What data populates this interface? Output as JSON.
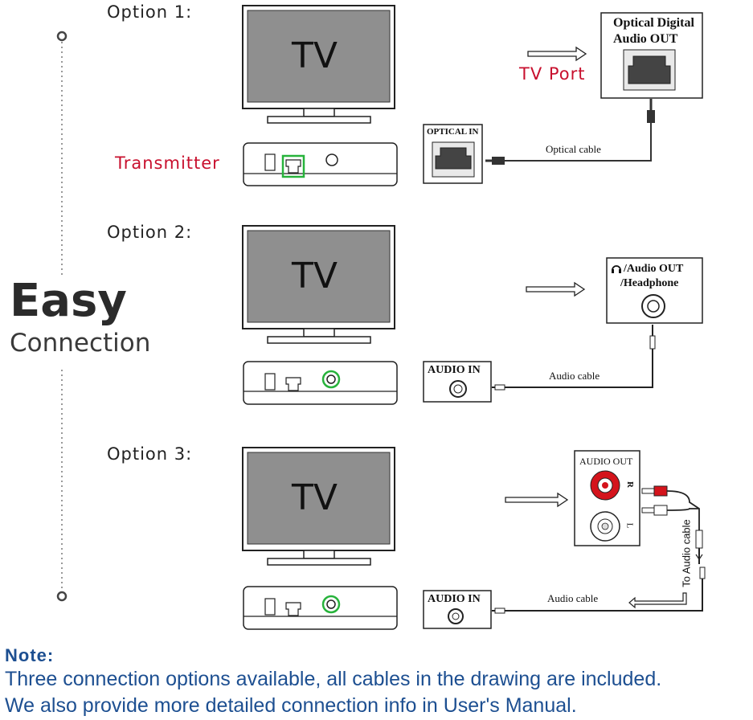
{
  "options": [
    {
      "label": "Option 1:",
      "tv_label": "TV",
      "source_label": "Optical Digital Audio OUT",
      "source_line1": "Optical Digital",
      "source_line2": "Audio OUT",
      "input_label": "OPTICAL IN",
      "cable_label": "Optical cable",
      "port_label": "TV Port",
      "device_label": "Transmitter"
    },
    {
      "label": "Option 2:",
      "tv_label": "TV",
      "source_line1": "/Audio OUT",
      "source_line2": "/Headphone",
      "input_label": "AUDIO IN",
      "cable_label": "Audio cable"
    },
    {
      "label": "Option 3:",
      "tv_label": "TV",
      "source_line1": "AUDIO OUT",
      "right_channel": "R",
      "left_channel": "L",
      "input_label": "AUDIO IN",
      "cable_label": "Audio cable",
      "adapter_label": "To Audio cable"
    }
  ],
  "heading": {
    "title": "Easy",
    "subtitle": "Connection"
  },
  "note": {
    "title": "Note:",
    "line1": "Three connection options available, all cables in the drawing are included.",
    "line2": "We also provide more detailed connection info in User's Manual."
  },
  "colors": {
    "accent_red": "#c8102e",
    "note_blue": "#1d4f91",
    "highlight_green": "#27b33b",
    "tv_screen": "#8f8f8f",
    "rca_red": "#d4141c"
  }
}
